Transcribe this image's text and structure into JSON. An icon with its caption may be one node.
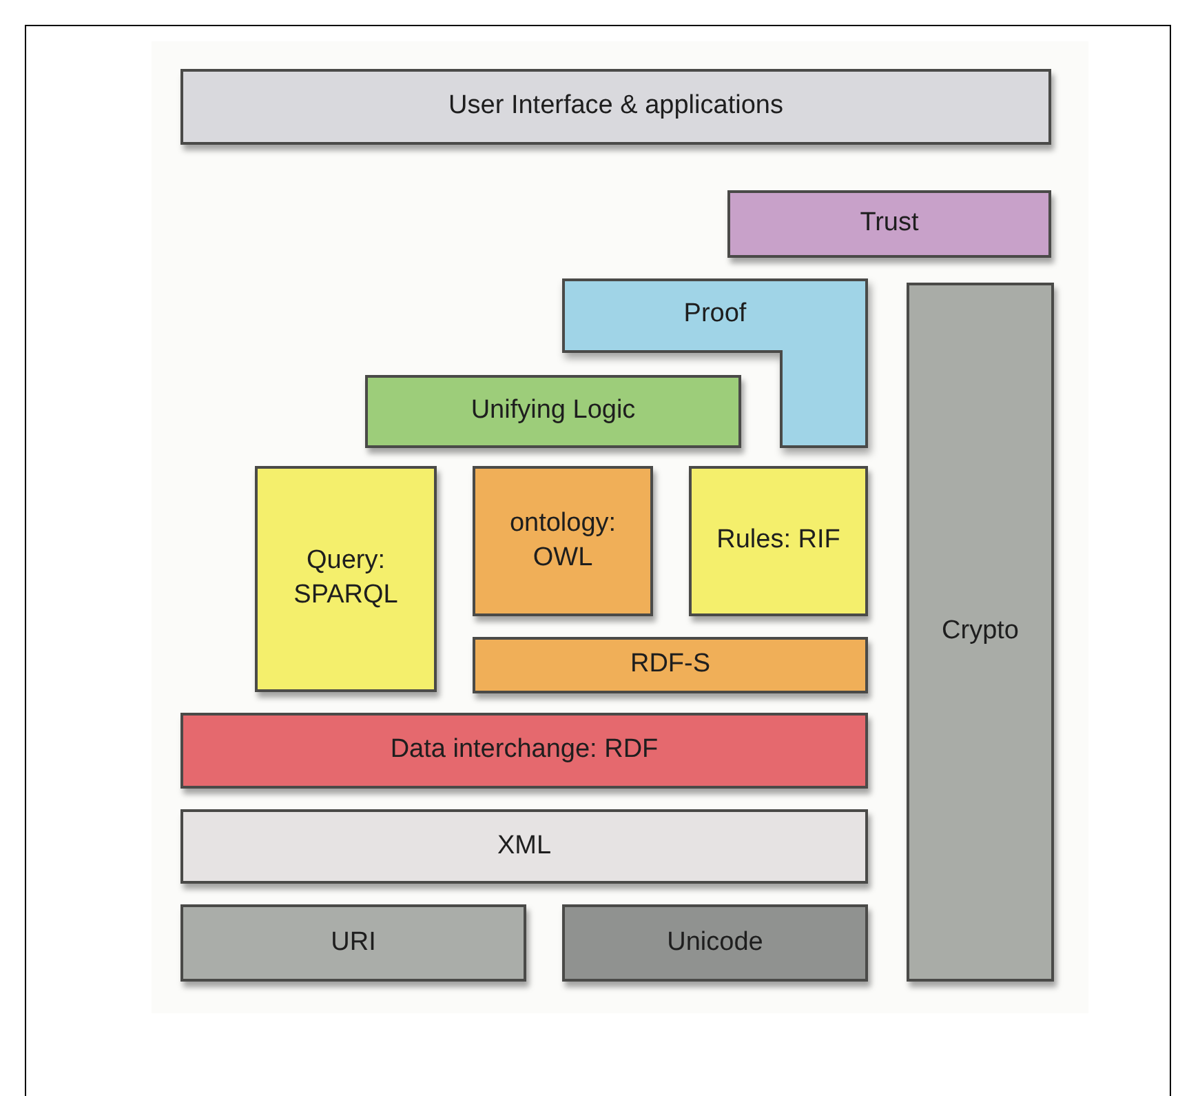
{
  "diagram": {
    "nodes": [
      {
        "text": [
          "User Interface & applications"
        ]
      },
      {
        "text": [
          "Trust"
        ]
      },
      {
        "text": [
          "Proof"
        ]
      },
      {
        "text": [
          "Unifying Logic"
        ]
      },
      {
        "text": [
          "Query: SPARQL"
        ]
      },
      {
        "text": [
          "ontology: OWL"
        ]
      },
      {
        "text": [
          "Rules: RIF"
        ]
      },
      {
        "text": [
          "RDF-S"
        ]
      },
      {
        "text": [
          "Data interchange: RDF"
        ]
      },
      {
        "text": [
          "XML"
        ]
      },
      {
        "text": [
          "URI"
        ]
      },
      {
        "text": [
          "Unicode"
        ]
      },
      {
        "text": [
          "Crypto"
        ]
      }
    ]
  }
}
